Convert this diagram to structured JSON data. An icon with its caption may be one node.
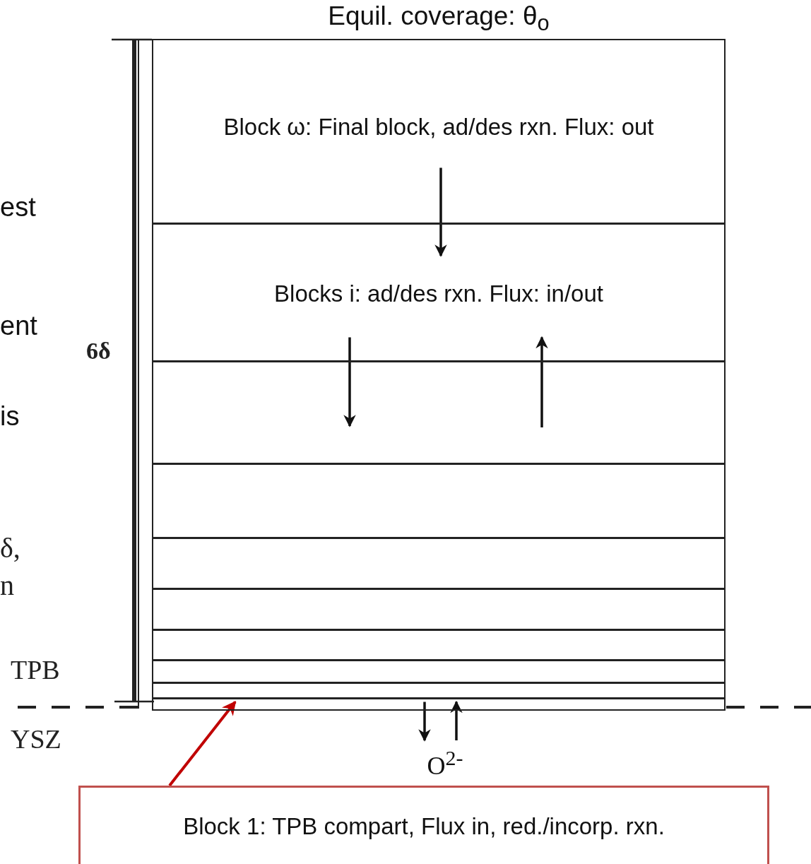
{
  "diagram": {
    "title": "Equil. coverage: θ$_{o}$",
    "nodes": [
      {
        "text": [
          "Block ω: Final block, ad/des rxn. Flux: out"
        ]
      },
      {
        "text": [
          "Blocks i: ad/des rxn. Flux: in/out"
        ]
      },
      {
        "text": [],
        "shape": "box"
      },
      {
        "text": [],
        "shape": "box"
      },
      {
        "text": [],
        "shape": "box"
      },
      {
        "text": [],
        "shape": "box"
      },
      {
        "text": [],
        "shape": "box"
      },
      {
        "text": [],
        "shape": "box"
      },
      {
        "text": [],
        "shape": "box"
      },
      {
        "text": [],
        "shape": "box"
      },
      {
        "text": [
          "O$^{2-}$"
        ]
      },
      {
        "text": [
          "Block 1: TPB compart, Flux in, red./incorp. rxn."
        ]
      }
    ],
    "edges": [
      {
        "from": 0,
        "to": 1,
        "arrow": "to"
      },
      {
        "from": 1,
        "to": 2,
        "arrow": "to"
      },
      {
        "from": 2,
        "to": 1,
        "arrow": "to"
      },
      {
        "from": 9,
        "to": 10,
        "arrow": "to"
      },
      {
        "from": 10,
        "to": 9,
        "arrow": "to"
      },
      {
        "from": 11,
        "to": 9,
        "arrow": "to",
        "color": "#c00000"
      }
    ],
    "labels": [
      "est",
      "ent",
      "6δ",
      "is",
      "δ,",
      "n",
      "TPB",
      "YSZ"
    ]
  }
}
